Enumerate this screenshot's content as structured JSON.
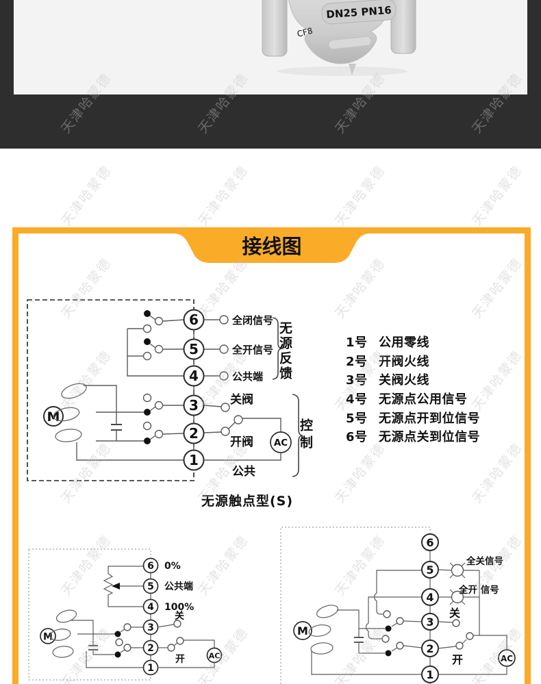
{
  "watermark": {
    "text": "天津哈蒙德"
  },
  "photo": {
    "casting_text": "DN25 PN16",
    "material_text": "CF8",
    "bar_color": "#2e2e2e",
    "background": "#f3f3f3"
  },
  "panel": {
    "title": "接线图",
    "border_color": "#FAAB28"
  },
  "diagram_main": {
    "caption": "无源触点型(S)",
    "terminals": [
      "6",
      "5",
      "4",
      "3",
      "2",
      "1"
    ],
    "motor": "M",
    "ac": "AC",
    "label_full_close": "全闭信号",
    "label_full_open": "全开信号",
    "label_common_terminal": "公共端",
    "label_close_valve": "关阀",
    "label_open_valve": "开阀",
    "label_common": "公共",
    "brace_feedback": "无源反馈",
    "brace_control": "控制"
  },
  "legend": {
    "items": [
      {
        "num": "1号",
        "desc": "公用零线"
      },
      {
        "num": "2号",
        "desc": "开阀火线"
      },
      {
        "num": "3号",
        "desc": "关阀火线"
      },
      {
        "num": "4号",
        "desc": "无源点公用信号"
      },
      {
        "num": "5号",
        "desc": "无源点开到位信号"
      },
      {
        "num": "6号",
        "desc": "无源点关到位信号"
      }
    ]
  },
  "diagram_pot": {
    "terminals": [
      "6",
      "5",
      "4",
      "3",
      "2",
      "1"
    ],
    "motor": "M",
    "ac": "AC",
    "label_0": "0%",
    "label_common": "公共端",
    "label_100": "100%",
    "label_close": "关",
    "label_open": "开"
  },
  "diagram_lamp": {
    "terminals": [
      "6",
      "5",
      "4",
      "3",
      "2",
      "1"
    ],
    "motor": "M",
    "ac": "AC",
    "label_full_close": "全关信号",
    "label_full_open": "全开 信号",
    "label_close": "关",
    "label_open": "开"
  }
}
